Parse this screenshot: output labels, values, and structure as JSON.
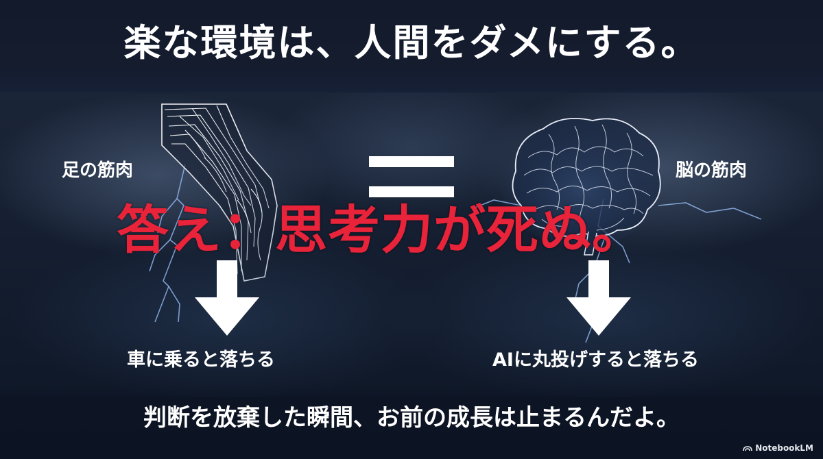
{
  "slide": {
    "title": "楽な環境は、人間をダメにする。",
    "left": {
      "label": "足の筋肉",
      "caption": "車に乗ると落ちる"
    },
    "right": {
      "label": "脳の筋肉",
      "caption": "AIに丸投げすると落ちる"
    },
    "answer": "答え：思考力が死ぬ。",
    "message": "判断を放棄した瞬間、お前の成長は止まるんだよ。"
  },
  "branding": {
    "name": "NotebookLM"
  },
  "colors": {
    "background": "#0d1424",
    "accent_red": "#e8233a",
    "text": "#ffffff",
    "lightning": "#9fc4ff"
  },
  "icons": {
    "leg": "leg-muscle-illustration",
    "brain": "brain-illustration",
    "arrows": "arrow-down-icon",
    "equals": "equals-sign",
    "brand": "notebooklm-logo-icon"
  }
}
